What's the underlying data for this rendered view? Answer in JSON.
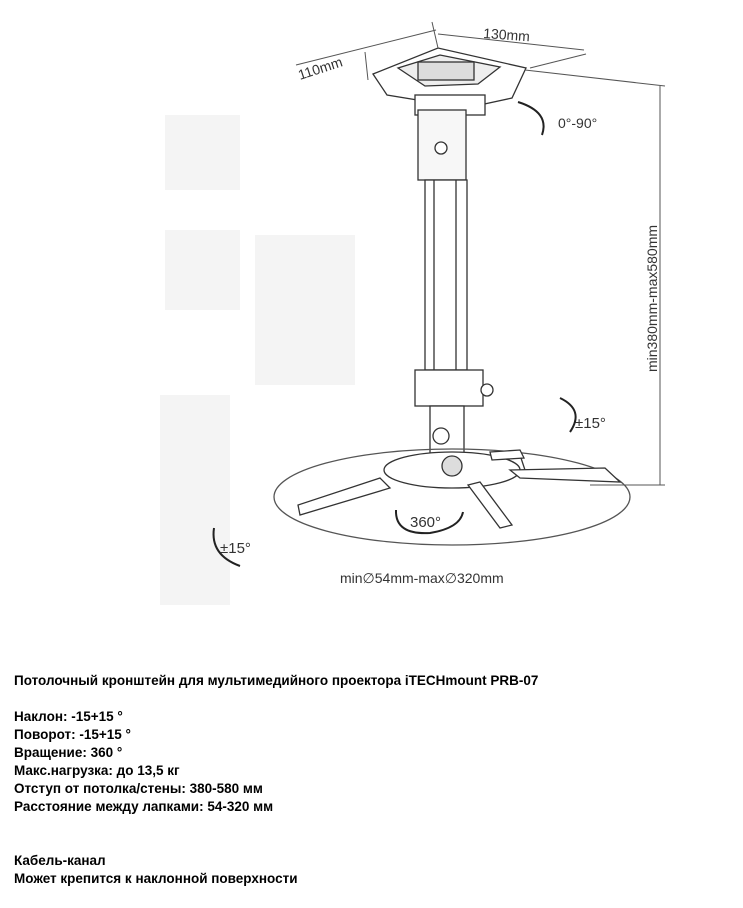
{
  "diagram": {
    "dim_width": "130mm",
    "dim_depth": "110mm",
    "rotation_top": "0°-90°",
    "height_range": "min380mm-max580mm",
    "tilt_side": "±15°",
    "swivel": "360°",
    "tilt_front": "±15°",
    "arm_range": "min∅54mm-max∅320mm"
  },
  "title": "Потолочный кронштейн для мультимедийного проектора iTECHmount PRB-07",
  "specs": [
    "Наклон: -15+15 °",
    "Поворот: -15+15 °",
    "Вращение: 360 °",
    "Макс.нагрузка: до 13,5 кг",
    "Отступ от потолка/стены: 380-580 мм",
    "Расстояние между лапками: 54-320 мм"
  ],
  "features": [
    "Кабель-канал",
    "Может крепится к наклонной поверхности"
  ]
}
